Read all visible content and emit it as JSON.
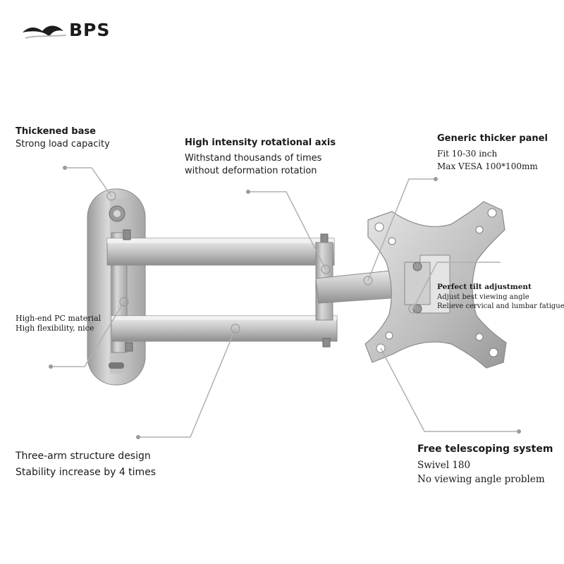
{
  "brand": {
    "name": "BPS",
    "logo_icon": "wave-logo-icon"
  },
  "annotations": {
    "thickened_base": {
      "title": "Thickened base",
      "subtitle": "Strong load capacity"
    },
    "rotational_axis": {
      "title": "High intensity rotational axis",
      "line1": "Withstand thousands of times",
      "line2": "without deformation rotation"
    },
    "thicker_panel": {
      "title": "Generic thicker panel",
      "line1": "Fit 10-30 inch",
      "line2": "Max VESA 100*100mm"
    },
    "tilt": {
      "title": "Perfect tilt adjustment",
      "line1": "Adjust best viewing angle",
      "line2": "Relieve cervical and lumbar fatigue"
    },
    "pc_material": {
      "title": "High-end PC material",
      "subtitle": "High flexibility, nice"
    },
    "three_arm": {
      "title": "Three-arm structure design",
      "subtitle": "Stability increase by 4 times"
    },
    "telescoping": {
      "title": "Free telescoping system",
      "line1": "Swivel 180",
      "line2": "No viewing angle problem"
    }
  },
  "colors": {
    "metal": "#c8c8c8",
    "metal_dark": "#8e8e8e",
    "leader": "#b0b0b0",
    "text": "#1a1a1a"
  }
}
